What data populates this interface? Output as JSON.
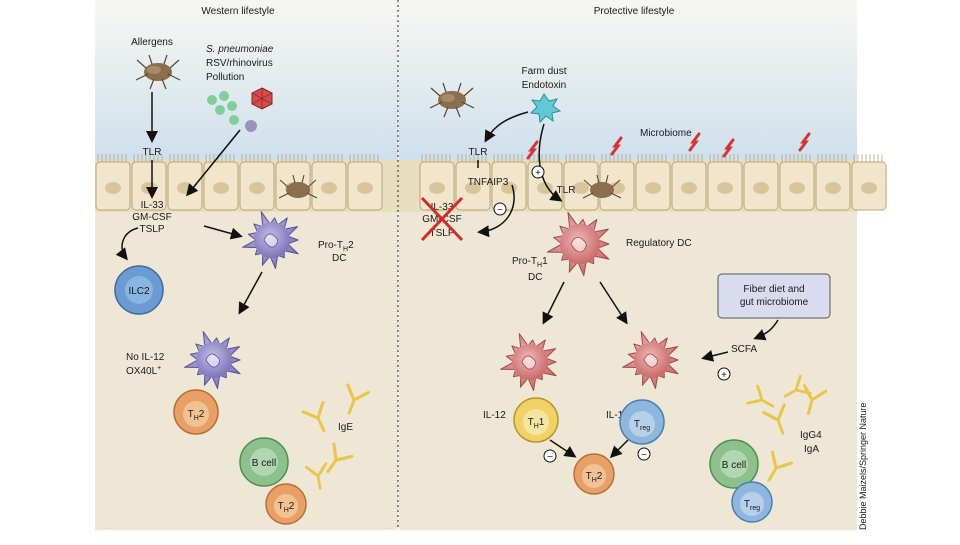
{
  "panels": {
    "left_title": "Western lifestyle",
    "right_title": "Protective lifestyle"
  },
  "left": {
    "allergens": "Allergens",
    "pathogen_line1": "S. pneumoniae",
    "pathogen_line2": "RSV/rhinovirus",
    "pathogen_line3": "Pollution",
    "tlr": "TLR",
    "cyto_il33": "IL-33",
    "cyto_gmcsf": "GM-CSF",
    "cyto_tslp": "TSLP",
    "ilc2": "ILC2",
    "pro_th2_line1": "Pro-T",
    "pro_th2_sub": "H",
    "pro_th2_sup": "2",
    "pro_th2_line2": "DC",
    "no_il12": "No IL-12",
    "ox40l": "OX40L",
    "ox40l_sup": "+",
    "th2_main": "T",
    "th2_sub": "H",
    "th2_suffix": "2",
    "ige": "IgE",
    "bcell": "B cell"
  },
  "right": {
    "farm_line1": "Farm dust",
    "farm_line2": "Endotoxin",
    "microbiome": "Microbiome",
    "tlr": "TLR",
    "tlr2": "TLR",
    "tnfaip3": "TNFAIP3",
    "cyto_il33": "IL-33",
    "cyto_gmcsf": "GM-CSF",
    "cyto_tslp": "TSLP",
    "regulatory_dc": "Regulatory DC",
    "pro_th1_line1": "Pro-T",
    "pro_th1_sub": "H",
    "pro_th1_sup": "1",
    "pro_th1_line2": "DC",
    "fiber_line1": "Fiber diet and",
    "fiber_line2": "gut microbiome",
    "scfa": "SCFA",
    "il12": "IL-12",
    "il10": "IL-10",
    "th1_main": "T",
    "th1_sub": "H",
    "th1_suffix": "1",
    "treg_main": "T",
    "treg_sub": "reg",
    "th2_main": "T",
    "th2_sub": "H",
    "th2_suffix": "2",
    "igg4": "IgG4",
    "iga": "IgA",
    "bcell": "B cell",
    "plus": "+",
    "minus": "−"
  },
  "credit": "Debbie Maizels/Springer Nature",
  "colors": {
    "sky": "#d8e6f0",
    "tissue": "#efe7d6",
    "epithelium": "#e9ddbf",
    "purple_dc": "#8e86c4",
    "red_dc": "#d98a8a",
    "th2": "#e8a066",
    "th1": "#f2d268",
    "treg": "#8fb6dc",
    "bcell": "#8cc08c",
    "ilc2": "#6b9bd2",
    "antibody": "#e8c64a",
    "red_x": "#d42a2a",
    "fiber_box": "#d9dbee"
  }
}
